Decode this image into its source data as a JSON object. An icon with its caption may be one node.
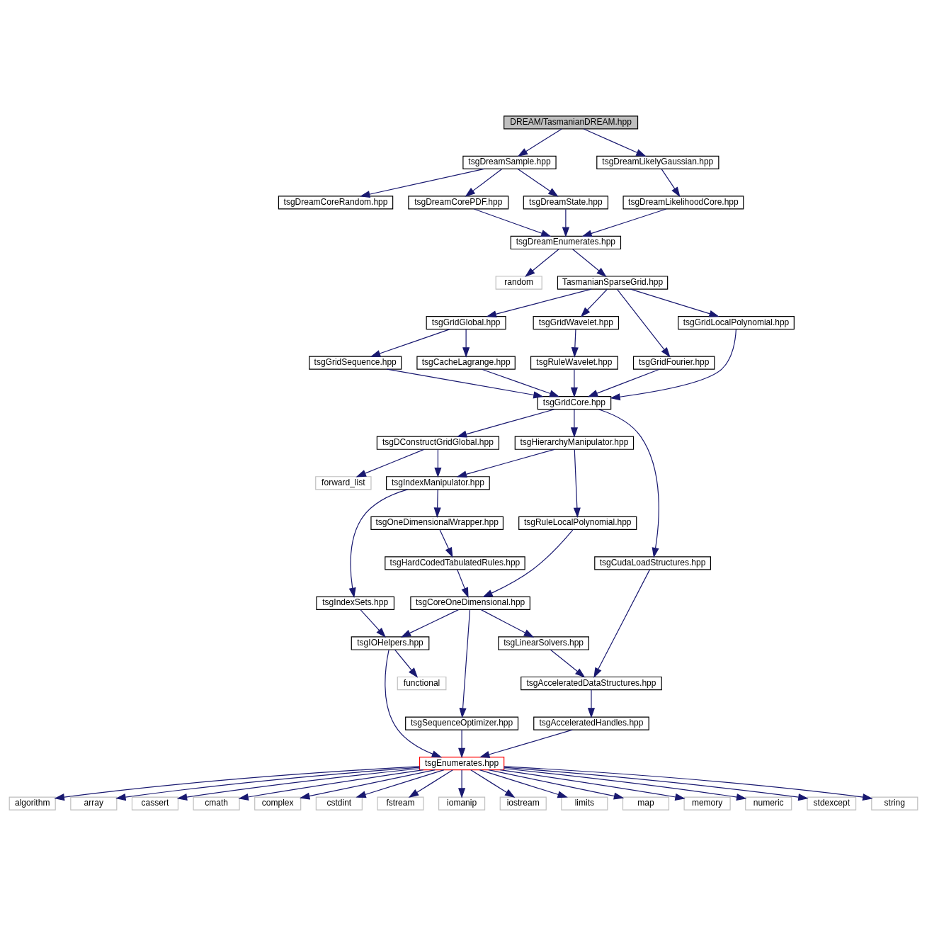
{
  "diagram": {
    "nodes": [
      {
        "text": [
          "DREAM/TasmanianDREAM.hpp"
        ]
      },
      {
        "text": [
          "tsgDreamSample.hpp"
        ]
      },
      {
        "text": [
          "tsgDreamLikelyGaussian.hpp"
        ]
      },
      {
        "text": [
          "tsgDreamCorePDF.hpp"
        ]
      },
      {
        "text": [
          "tsgDreamCoreRandom.hpp"
        ]
      },
      {
        "text": [
          "tsgDreamState.hpp"
        ]
      },
      {
        "text": [
          "tsgDreamLikelihoodCore.hpp"
        ]
      },
      {
        "text": [
          "tsgDreamEnumerates.hpp"
        ]
      },
      {
        "text": [
          "random"
        ]
      },
      {
        "text": [
          "TasmanianSparseGrid.hpp"
        ]
      },
      {
        "text": [
          "tsgGridGlobal.hpp"
        ]
      },
      {
        "text": [
          "tsgGridWavelet.hpp"
        ]
      },
      {
        "text": [
          "tsgGridFourier.hpp"
        ]
      },
      {
        "text": [
          "tsgCacheLagrange.hpp"
        ]
      },
      {
        "text": [
          "tsgGridSequence.hpp"
        ]
      },
      {
        "text": [
          "tsgGridLocalPolynomial.hpp"
        ]
      },
      {
        "text": [
          "tsgRuleWavelet.hpp"
        ]
      },
      {
        "text": [
          "tsgGridCore.hpp"
        ]
      },
      {
        "text": [
          "tsgDConstructGridGlobal.hpp"
        ]
      },
      {
        "text": [
          "tsgHierarchyManipulator.hpp"
        ]
      },
      {
        "text": [
          "forward_list"
        ]
      },
      {
        "text": [
          "tsgIndexManipulator.hpp"
        ]
      },
      {
        "text": [
          "tsgOneDimensionalWrapper.hpp"
        ]
      },
      {
        "text": [
          "tsgRuleLocalPolynomial.hpp"
        ]
      },
      {
        "text": [
          "tsgHardCodedTabulatedRules.hpp"
        ]
      },
      {
        "text": [
          "tsgCudaLoadStructures.hpp"
        ]
      },
      {
        "text": [
          "tsgIndexSets.hpp"
        ]
      },
      {
        "text": [
          "tsgCoreOneDimensional.hpp"
        ]
      },
      {
        "text": [
          "tsgIOHelpers.hpp"
        ]
      },
      {
        "text": [
          "tsgLinearSolvers.hpp"
        ]
      },
      {
        "text": [
          "functional"
        ]
      },
      {
        "text": [
          "tsgAcceleratedDataStructures.hpp"
        ]
      },
      {
        "text": [
          "tsgSequenceOptimizer.hpp"
        ]
      },
      {
        "text": [
          "tsgAcceleratedHandles.hpp"
        ]
      },
      {
        "text": [
          "tsgEnumerates.hpp"
        ]
      },
      {
        "text": [
          "algorithm"
        ]
      },
      {
        "text": [
          "array"
        ]
      },
      {
        "text": [
          "cassert"
        ]
      },
      {
        "text": [
          "cmath"
        ]
      },
      {
        "text": [
          "complex"
        ]
      },
      {
        "text": [
          "cstdint"
        ]
      },
      {
        "text": [
          "fstream"
        ]
      },
      {
        "text": [
          "iomanip"
        ]
      },
      {
        "text": [
          "iostream"
        ]
      },
      {
        "text": [
          "limits"
        ]
      },
      {
        "text": [
          "map"
        ]
      },
      {
        "text": [
          "memory"
        ]
      },
      {
        "text": [
          "numeric"
        ]
      },
      {
        "text": [
          "stdexcept"
        ]
      },
      {
        "text": [
          "string"
        ]
      }
    ],
    "edges": [
      {
        "from": 0,
        "to": 1,
        "arrow": "to"
      },
      {
        "from": 0,
        "to": 2,
        "arrow": "to"
      },
      {
        "from": 1,
        "to": 3,
        "arrow": "to"
      },
      {
        "from": 1,
        "to": 4,
        "arrow": "to"
      },
      {
        "from": 1,
        "to": 5,
        "arrow": "to"
      },
      {
        "from": 2,
        "to": 6,
        "arrow": "to"
      },
      {
        "from": 3,
        "to": 7,
        "arrow": "to"
      },
      {
        "from": 5,
        "to": 7,
        "arrow": "to"
      },
      {
        "from": 6,
        "to": 7,
        "arrow": "to"
      },
      {
        "from": 7,
        "to": 8,
        "arrow": "to"
      },
      {
        "from": 7,
        "to": 9,
        "arrow": "to"
      },
      {
        "from": 9,
        "to": 10,
        "arrow": "to"
      },
      {
        "from": 9,
        "to": 15,
        "arrow": "to"
      },
      {
        "from": 9,
        "to": 11,
        "arrow": "to"
      },
      {
        "from": 9,
        "to": 12,
        "arrow": "to"
      },
      {
        "from": 10,
        "to": 13,
        "arrow": "to"
      },
      {
        "from": 10,
        "to": 14,
        "arrow": "to"
      },
      {
        "from": 11,
        "to": 16,
        "arrow": "to"
      },
      {
        "from": 13,
        "to": 17,
        "arrow": "to"
      },
      {
        "from": 14,
        "to": 17,
        "arrow": "to"
      },
      {
        "from": 15,
        "to": 17,
        "arrow": "to"
      },
      {
        "from": 16,
        "to": 17,
        "arrow": "to"
      },
      {
        "from": 12,
        "to": 17,
        "arrow": "to"
      },
      {
        "from": 17,
        "to": 18,
        "arrow": "to"
      },
      {
        "from": 17,
        "to": 19,
        "arrow": "to"
      },
      {
        "from": 17,
        "to": 25,
        "arrow": "to"
      },
      {
        "from": 18,
        "to": 20,
        "arrow": "to"
      },
      {
        "from": 18,
        "to": 21,
        "arrow": "to"
      },
      {
        "from": 19,
        "to": 21,
        "arrow": "to"
      },
      {
        "from": 19,
        "to": 23,
        "arrow": "to"
      },
      {
        "from": 21,
        "to": 26,
        "arrow": "to"
      },
      {
        "from": 21,
        "to": 22,
        "arrow": "to"
      },
      {
        "from": 22,
        "to": 24,
        "arrow": "to"
      },
      {
        "from": 23,
        "to": 27,
        "arrow": "to"
      },
      {
        "from": 24,
        "to": 27,
        "arrow": "to"
      },
      {
        "from": 25,
        "to": 31,
        "arrow": "to"
      },
      {
        "from": 26,
        "to": 28,
        "arrow": "to"
      },
      {
        "from": 27,
        "to": 28,
        "arrow": "to"
      },
      {
        "from": 27,
        "to": 32,
        "arrow": "to"
      },
      {
        "from": 27,
        "to": 29,
        "arrow": "to"
      },
      {
        "from": 28,
        "to": 30,
        "arrow": "to"
      },
      {
        "from": 28,
        "to": 34,
        "arrow": "to"
      },
      {
        "from": 29,
        "to": 31,
        "arrow": "to"
      },
      {
        "from": 31,
        "to": 33,
        "arrow": "to"
      },
      {
        "from": 32,
        "to": 34,
        "arrow": "to"
      },
      {
        "from": 33,
        "to": 34,
        "arrow": "to"
      },
      {
        "from": 34,
        "to": 35,
        "arrow": "to"
      },
      {
        "from": 34,
        "to": 36,
        "arrow": "to"
      },
      {
        "from": 34,
        "to": 37,
        "arrow": "to"
      },
      {
        "from": 34,
        "to": 38,
        "arrow": "to"
      },
      {
        "from": 34,
        "to": 39,
        "arrow": "to"
      },
      {
        "from": 34,
        "to": 40,
        "arrow": "to"
      },
      {
        "from": 34,
        "to": 41,
        "arrow": "to"
      },
      {
        "from": 34,
        "to": 42,
        "arrow": "to"
      },
      {
        "from": 34,
        "to": 43,
        "arrow": "to"
      },
      {
        "from": 34,
        "to": 44,
        "arrow": "to"
      },
      {
        "from": 34,
        "to": 45,
        "arrow": "to"
      },
      {
        "from": 34,
        "to": 46,
        "arrow": "to"
      },
      {
        "from": 34,
        "to": 47,
        "arrow": "to"
      },
      {
        "from": 34,
        "to": 48,
        "arrow": "to"
      },
      {
        "from": 34,
        "to": 49,
        "arrow": "to"
      }
    ]
  }
}
